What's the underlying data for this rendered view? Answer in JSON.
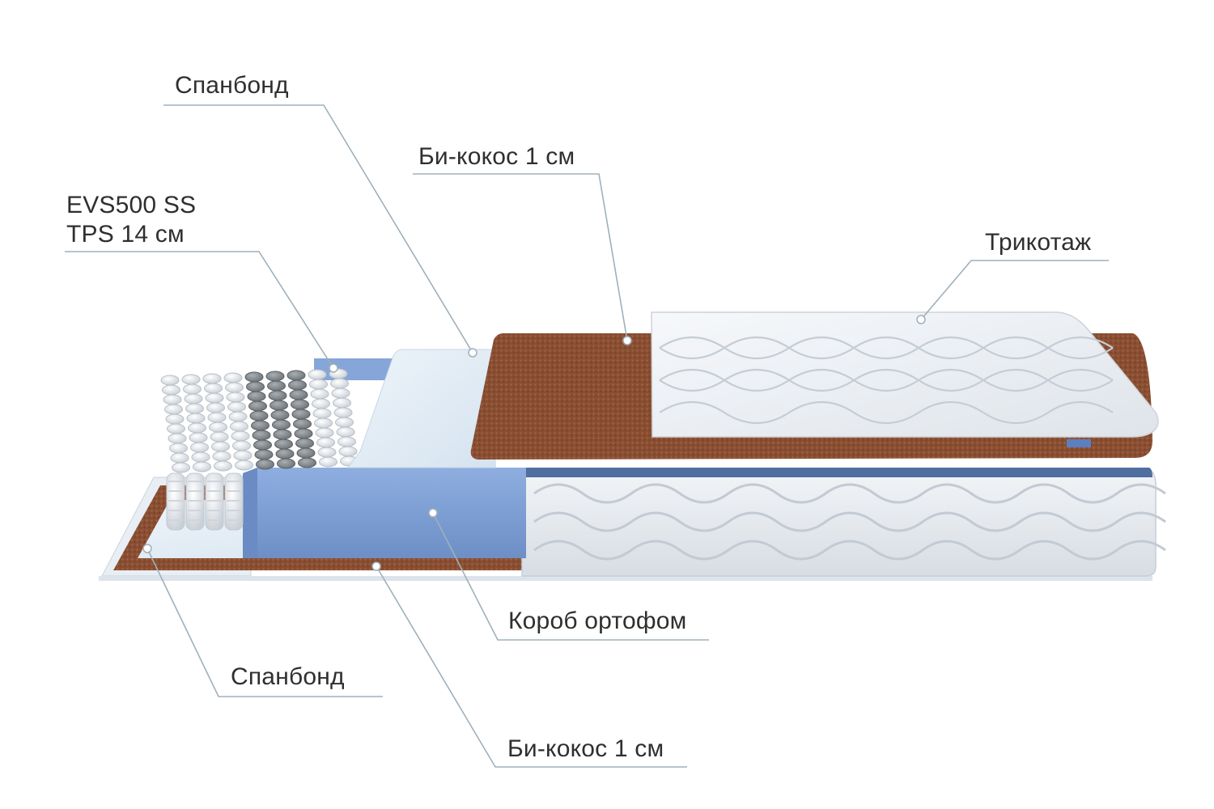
{
  "colors": {
    "leader_line": "#9fb0ba",
    "label_text": "#2f2f2f",
    "coir": "#8a4f32",
    "foam_box": "#7f9fd0",
    "spunbond": "#dbe8f3",
    "knit_cover": "#eef1f5"
  },
  "icons": [
    "spring-unit-icon",
    "quilt-pattern-icon",
    "brand-tag-icon"
  ],
  "labels": {
    "spunbond_top": "Спанбонд",
    "bicoconut_top": "Би-кокос 1 см",
    "springs_line1": "EVS500 SS",
    "springs_line2": "TPS 14 см",
    "knit": "Трикотаж",
    "foam_box": "Короб ортофом",
    "spunbond_bottom": "Спанбонд",
    "bicoconut_bottom": "Би-кокос 1 см"
  }
}
